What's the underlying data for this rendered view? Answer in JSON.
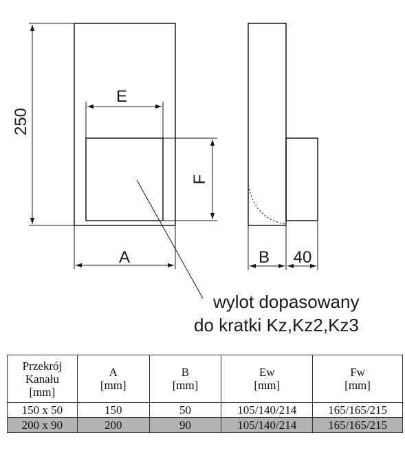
{
  "drawing": {
    "dim_height": "250",
    "dim_e": "E",
    "dim_f": "F",
    "dim_a": "A",
    "dim_b": "B",
    "dim_40": "40",
    "note_line1": "wylot dopasowany",
    "note_line2": "do kratki Kz,Kz2,Kz3"
  },
  "table": {
    "header": [
      [
        "Przekrój",
        "Kanału",
        "[mm]"
      ],
      [
        "A",
        "[mm]"
      ],
      [
        "B",
        "[mm]"
      ],
      [
        "Ew",
        "[mm]"
      ],
      [
        "Fw",
        "[mm]"
      ]
    ],
    "rows": [
      [
        "150 x 50",
        "150",
        "50",
        "105/140/214",
        "165/165/215"
      ],
      [
        "200 x 90",
        "200",
        "90",
        "105/140/214",
        "165/165/215"
      ]
    ]
  },
  "colors": {
    "line": "#1a1a1a",
    "shaded_row": "#b3b3b3"
  }
}
